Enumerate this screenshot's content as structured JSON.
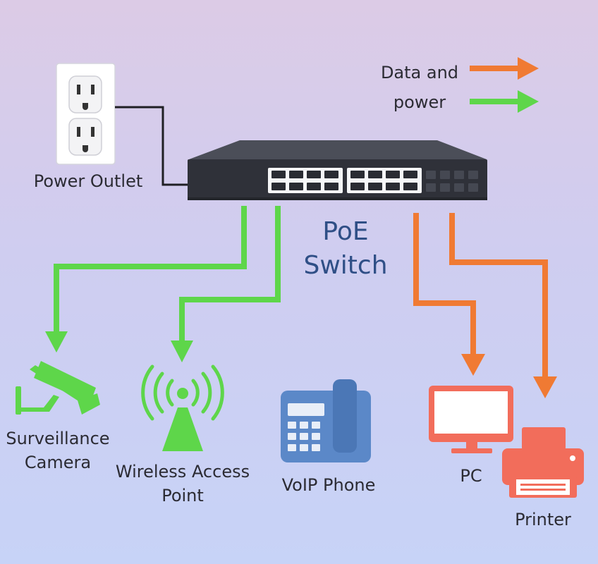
{
  "legend": {
    "line1": "Data and",
    "line2": "power",
    "colors": {
      "data": "#f07a33",
      "power": "#5ed64a"
    }
  },
  "switch": {
    "line1": "PoE",
    "line2": "Switch"
  },
  "outlet": {
    "label": "Power Outlet"
  },
  "devices": {
    "camera": {
      "line1": "Surveillance",
      "line2": "Camera",
      "icon": "security-camera-icon",
      "link": "power"
    },
    "ap": {
      "line1": "Wireless Access",
      "line2": "Point",
      "icon": "wireless-access-point-icon",
      "link": "power"
    },
    "voip": {
      "label": "VoIP Phone",
      "icon": "desk-phone-icon"
    },
    "pc": {
      "label": "PC",
      "icon": "monitor-icon",
      "link": "data"
    },
    "printer": {
      "label": "Printer",
      "icon": "printer-icon",
      "link": "data"
    }
  }
}
